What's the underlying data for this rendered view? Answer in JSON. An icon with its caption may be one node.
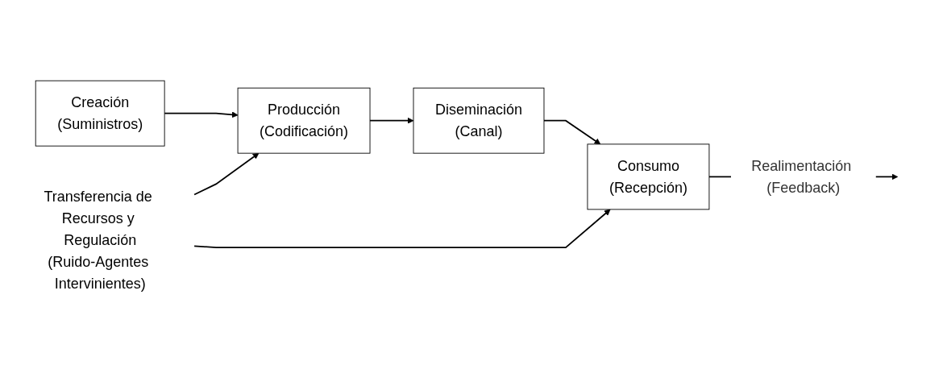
{
  "diagram": {
    "nodes": [
      {
        "text": [
          "Transferencia de Recursos y Regulación",
          "(Ruido-Agentes Intervinientes)"
        ]
      },
      {
        "text": [
          "Creación",
          "(Suministros)"
        ]
      },
      {
        "text": [
          "Producción",
          "(Codificación)"
        ]
      },
      {
        "text": [
          "Diseminación",
          "(Canal)"
        ]
      },
      {
        "text": [
          "Consumo",
          "(Recepción)"
        ]
      }
    ],
    "edges": [
      {
        "from": 1,
        "to": 2,
        "arrow": "to"
      },
      {
        "from": 2,
        "to": 3,
        "arrow": "to"
      },
      {
        "from": 3,
        "to": 4,
        "arrow": "to"
      },
      {
        "from": 0,
        "to": 2,
        "arrow": "to"
      },
      {
        "from": 0,
        "to": 4,
        "arrow": "to"
      },
      {
        "from": 4,
        "to": null,
        "arrow": "to",
        "label": "Realimentación (Feedback)"
      }
    ]
  }
}
